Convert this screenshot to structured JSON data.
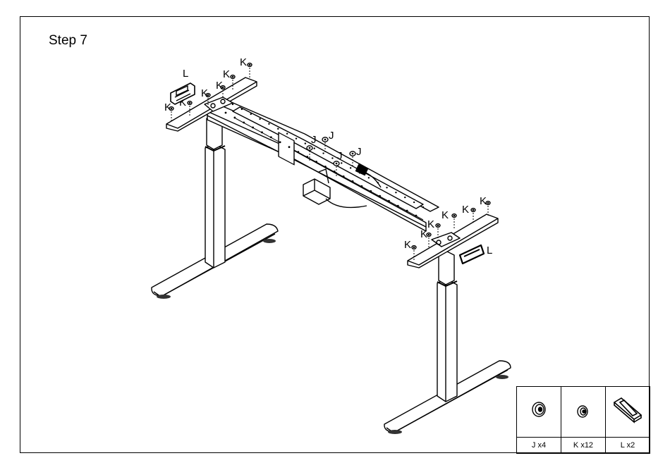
{
  "page": {
    "title": "Step 7"
  },
  "callouts": {
    "k": "K",
    "j": "J",
    "l": "L"
  },
  "parts": [
    {
      "id": "J",
      "icon": "washer-large-icon",
      "label": "J x4"
    },
    {
      "id": "K",
      "icon": "washer-small-icon",
      "label": "K x12"
    },
    {
      "id": "L",
      "icon": "plate-icon",
      "label": "L x2"
    }
  ],
  "colors": {
    "ink": "#000000",
    "paper": "#ffffff",
    "shade": "#555555"
  }
}
